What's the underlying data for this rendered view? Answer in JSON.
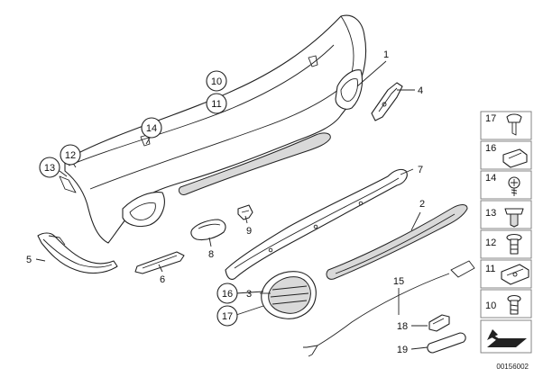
{
  "diagram": {
    "document_id": "00156002",
    "callouts_plain": [
      {
        "id": "p1",
        "label": "1"
      },
      {
        "id": "p2",
        "label": "2"
      },
      {
        "id": "p3",
        "label": "3"
      },
      {
        "id": "p4",
        "label": "4"
      },
      {
        "id": "p5",
        "label": "5"
      },
      {
        "id": "p6",
        "label": "6"
      },
      {
        "id": "p7",
        "label": "7"
      },
      {
        "id": "p8",
        "label": "8"
      },
      {
        "id": "p9",
        "label": "9"
      },
      {
        "id": "p15",
        "label": "15"
      },
      {
        "id": "p18",
        "label": "18"
      },
      {
        "id": "p19",
        "label": "19"
      }
    ],
    "callouts_circled": [
      {
        "id": "c10",
        "label": "10"
      },
      {
        "id": "c11",
        "label": "11"
      },
      {
        "id": "c12",
        "label": "12"
      },
      {
        "id": "c13",
        "label": "13"
      },
      {
        "id": "c14",
        "label": "14"
      },
      {
        "id": "c16",
        "label": "16"
      },
      {
        "id": "c17",
        "label": "17"
      }
    ],
    "hardware_table": [
      {
        "label": "17",
        "icon": "push-clip-icon"
      },
      {
        "label": "16",
        "icon": "clip-nut-icon"
      },
      {
        "label": "14",
        "icon": "screw-icon"
      },
      {
        "label": "13",
        "icon": "expanding-rivet-icon"
      },
      {
        "label": "12",
        "icon": "rivet-icon"
      },
      {
        "label": "11",
        "icon": "spring-nut-icon"
      },
      {
        "label": "10",
        "icon": "bolt-icon"
      }
    ]
  }
}
